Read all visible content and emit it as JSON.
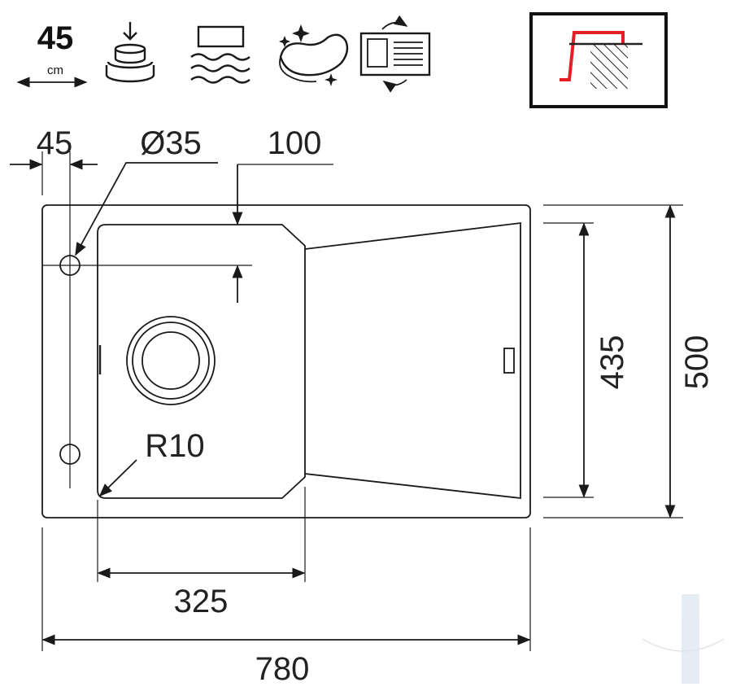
{
  "feature_icons": {
    "cabinet_value": "45",
    "cabinet_unit": "cm",
    "icons": [
      "cabinet-width-icon",
      "stacked-dishes-icon",
      "water-tank-icon",
      "sponge-sparkle-icon",
      "reversible-sink-icon"
    ],
    "install_icon": "inset-mount-icon",
    "install_accent_color": "#e31e24"
  },
  "dimensions": {
    "tap_offset": "45",
    "tap_hole_diameter": "Ø35",
    "bowl_depth": "100",
    "corner_radius": "R10",
    "bowl_width": "325",
    "total_width": "780",
    "bowl_length": "435",
    "total_length": "500"
  },
  "colors": {
    "line": "#1a1a1a",
    "background": "#ffffff",
    "accent": "#e31e24"
  }
}
